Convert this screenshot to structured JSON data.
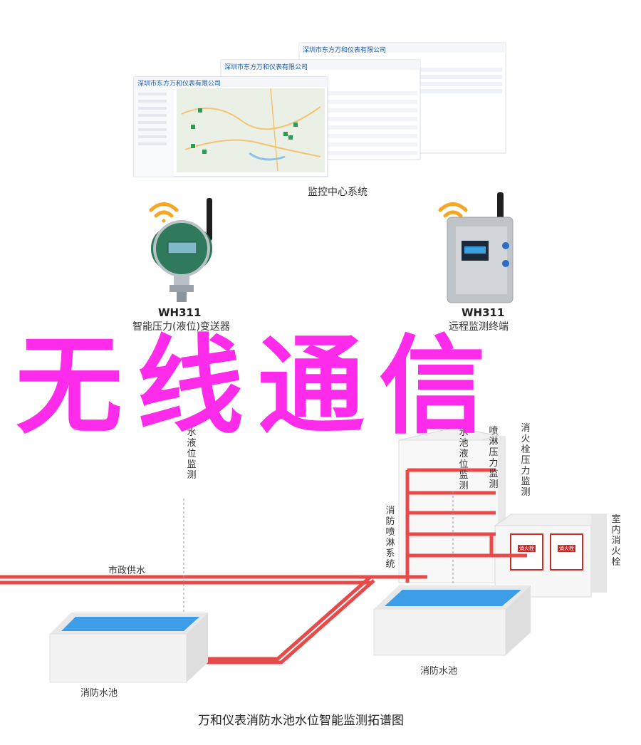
{
  "monitor": {
    "caption": "监控中心系统",
    "window_title_back": "深圳市东方万和仪表有限公司",
    "window_title_mid": "深圳市东方万和仪表有限公司",
    "window_title_front": "深圳市东方万和仪表有限公司"
  },
  "devices": [
    {
      "model": "WH311",
      "name": "智能压力(液位)变送器"
    },
    {
      "model": "WH311",
      "name": "远程监测终端"
    }
  ],
  "overlay_text": "无线通信",
  "sensor_labels": {
    "left_water_level": "水液位监测",
    "mid_water_level": "水池液位监测",
    "spray_pressure": "喷淋压力监测",
    "hydrant_pressure": "消火栓压力监测"
  },
  "system_labels": {
    "sprinkler_system": "消防喷淋系统",
    "indoor_hydrant": "室内消火栓",
    "municipal_water": "市政供水",
    "left_pool": "消防水池",
    "right_pool": "消防水池",
    "cabinet_1": "消火栓",
    "cabinet_2": "消火栓"
  },
  "footer_caption": "万和仪表消防水池水位智能监测拓谱图",
  "colors": {
    "overlay": "#ff2bea",
    "pipe": "#e84a4a",
    "water": "#3d9de6",
    "signal": "#f5a623",
    "device_green": "#2f7a5c"
  }
}
